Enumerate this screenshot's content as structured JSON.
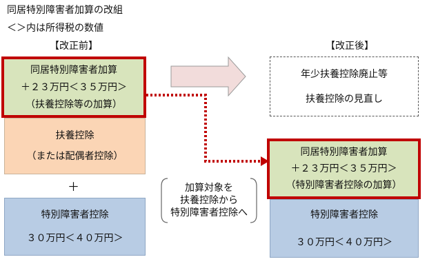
{
  "title": "同居特別障害者加算の改組",
  "note": "＜＞内は所得税の数値",
  "before": {
    "header": "【改正前】",
    "addition": {
      "line1": "同居特別障害者加算",
      "line2": "＋２３万円＜３５万円＞",
      "line3": "（扶養控除等の加算）"
    },
    "dependent": {
      "line1": "扶養控除",
      "line2": "（または配偶者控除）"
    },
    "plus": "＋",
    "special": {
      "line1": "特別障害者控除",
      "line2": "３０万円＜４０万円＞"
    }
  },
  "middle": {
    "callout_line1": "加算対象を",
    "callout_line2": "扶養控除から",
    "callout_line3": "特別障害者控除へ"
  },
  "after": {
    "header": "【改正後】",
    "youth": {
      "line1": "年少扶養控除廃止等",
      "line2": "扶養控除の見直し"
    },
    "addition": {
      "line1": "同居特別障害者加算",
      "line2": "＋２３万円＜３５万円＞",
      "line3": "（特別障害者控除の加算）"
    },
    "special": {
      "line1": "特別障害者控除",
      "line2": "３０万円＜４０万円＞"
    }
  },
  "colors": {
    "green": "#d8e4bc",
    "orange": "#fbd5b5",
    "blue": "#b8cce4",
    "red": "#c00000",
    "arrow_fill": "#f2dcdb"
  }
}
